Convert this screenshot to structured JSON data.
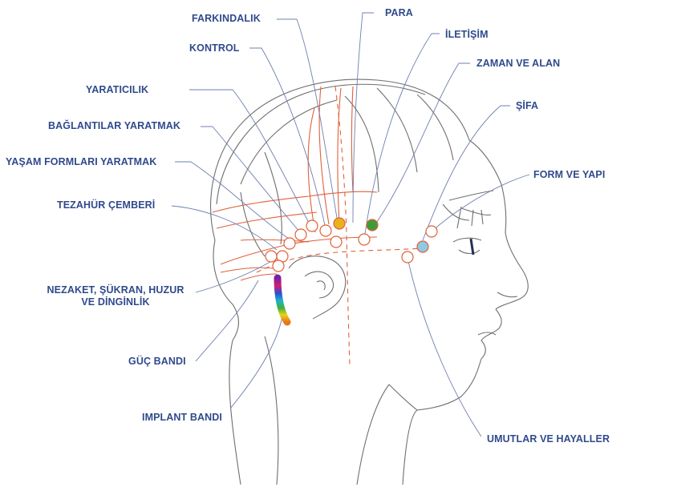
{
  "colors": {
    "label": "#2f4a8c",
    "leader": "#6e7fb0",
    "outline": "#6f6f6f",
    "meridian": "#e0603a",
    "point_yellow": "#e9b21c",
    "point_green": "#3f9b3a",
    "point_blue": "#8fc9e3"
  },
  "labels": {
    "farkindalik": "FARKINDALIK",
    "para": "PARA",
    "iletisim": "İLETİŞİM",
    "kontrol": "KONTROL",
    "zaman_ve_alan": "ZAMAN VE ALAN",
    "yaraticilik": "YARATICILIK",
    "sifa": "ŞİFA",
    "baglantilar_yaratmak": "BAĞLANTILAR YARATMAK",
    "yasam_formlari_yaratmak": "YAŞAM  FORMLARI YARATMAK",
    "form_ve_yapi": "FORM VE YAPI",
    "tezahur_cemberi": "TEZAHÜR ÇEMBERİ",
    "nezaket_line1": "NEZAKET, ŞÜKRAN, HUZUR",
    "nezaket_line2": "VE DİNGİNLİK",
    "guc_bandi": "GÜÇ BANDI",
    "implant_bandi": "IMPLANT BANDI",
    "umutlar_ve_hayaller": "UMUTLAR VE HAYALLER"
  }
}
